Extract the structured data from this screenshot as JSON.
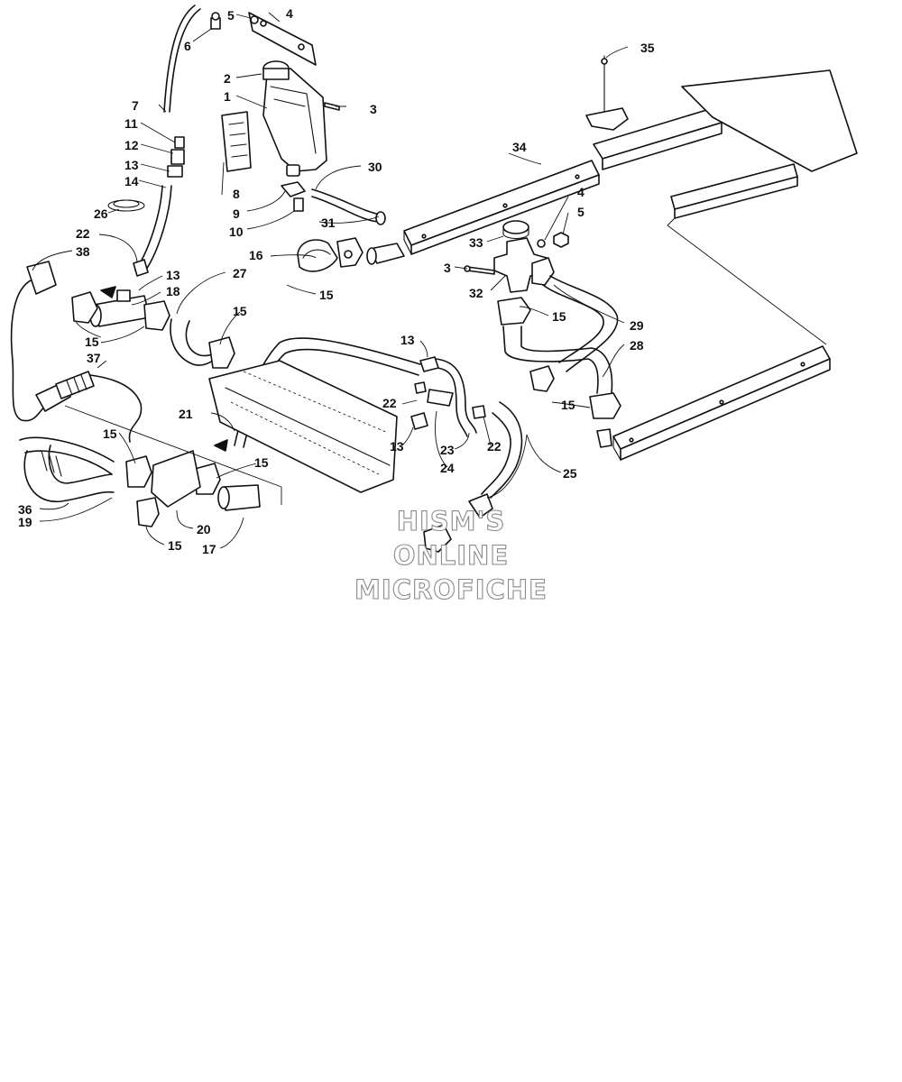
{
  "watermark": {
    "line1": "HISM'S",
    "line2": "ONLINE",
    "line3": "MICROFICHE"
  },
  "callouts": [
    {
      "id": "c4a",
      "label": "4"
    },
    {
      "id": "c5a",
      "label": "5"
    },
    {
      "id": "c6",
      "label": "6"
    },
    {
      "id": "c2",
      "label": "2"
    },
    {
      "id": "c1",
      "label": "1"
    },
    {
      "id": "c3a",
      "label": "3"
    },
    {
      "id": "c7",
      "label": "7"
    },
    {
      "id": "c11",
      "label": "11"
    },
    {
      "id": "c12",
      "label": "12"
    },
    {
      "id": "c13a",
      "label": "13"
    },
    {
      "id": "c14",
      "label": "14"
    },
    {
      "id": "c8",
      "label": "8"
    },
    {
      "id": "c9",
      "label": "9"
    },
    {
      "id": "c10",
      "label": "10"
    },
    {
      "id": "c30",
      "label": "30"
    },
    {
      "id": "c31",
      "label": "31"
    },
    {
      "id": "c26",
      "label": "26"
    },
    {
      "id": "c22a",
      "label": "22"
    },
    {
      "id": "c38",
      "label": "38"
    },
    {
      "id": "c13b",
      "label": "13"
    },
    {
      "id": "c18",
      "label": "18"
    },
    {
      "id": "c27",
      "label": "27"
    },
    {
      "id": "c16",
      "label": "16"
    },
    {
      "id": "c15a",
      "label": "15"
    },
    {
      "id": "c15b",
      "label": "15"
    },
    {
      "id": "c15c",
      "label": "15"
    },
    {
      "id": "c37",
      "label": "37"
    },
    {
      "id": "c21",
      "label": "21"
    },
    {
      "id": "c15d",
      "label": "15"
    },
    {
      "id": "c15e",
      "label": "15"
    },
    {
      "id": "c36",
      "label": "36"
    },
    {
      "id": "c19",
      "label": "19"
    },
    {
      "id": "c15f",
      "label": "15"
    },
    {
      "id": "c17",
      "label": "17"
    },
    {
      "id": "c20",
      "label": "20"
    },
    {
      "id": "c13c",
      "label": "13"
    },
    {
      "id": "c22b",
      "label": "22"
    },
    {
      "id": "c13d",
      "label": "13"
    },
    {
      "id": "c23",
      "label": "23"
    },
    {
      "id": "c24",
      "label": "24"
    },
    {
      "id": "c22c",
      "label": "22"
    },
    {
      "id": "c25",
      "label": "25"
    },
    {
      "id": "c34",
      "label": "34"
    },
    {
      "id": "c35",
      "label": "35"
    },
    {
      "id": "c4b",
      "label": "4"
    },
    {
      "id": "c5b",
      "label": "5"
    },
    {
      "id": "c33",
      "label": "33"
    },
    {
      "id": "c3b",
      "label": "3"
    },
    {
      "id": "c32",
      "label": "32"
    },
    {
      "id": "c15g",
      "label": "15"
    },
    {
      "id": "c29",
      "label": "29"
    },
    {
      "id": "c28",
      "label": "28"
    },
    {
      "id": "c15h",
      "label": "15"
    }
  ]
}
